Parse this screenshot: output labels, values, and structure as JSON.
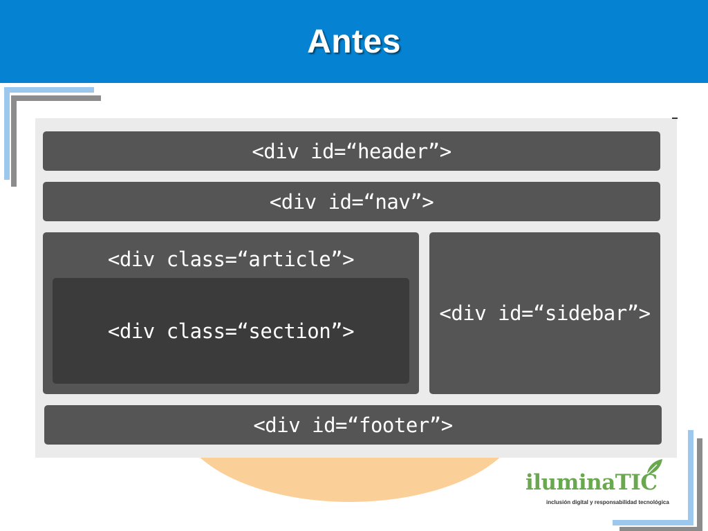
{
  "slide": {
    "title": "Antes"
  },
  "diagram": {
    "header": "<div id=“header”>",
    "nav": "<div id=“nav”>",
    "article": "<div class=“article”>",
    "section": "<div class=“section”>",
    "sidebar": "<div id=“sidebar”>",
    "footer": "<div id=“footer”>"
  },
  "logo": {
    "name": "iluminaTIC",
    "tagline": "inclusión digital y responsabilidad tecnológica",
    "icon": "leaf-icon"
  },
  "colors": {
    "title_bar": "#0583d2",
    "box": "#555555",
    "section_box": "#3b3b3b",
    "panel": "#ebebeb",
    "accent_orange": "#fbcf98",
    "logo_green": "#6aa84f"
  }
}
